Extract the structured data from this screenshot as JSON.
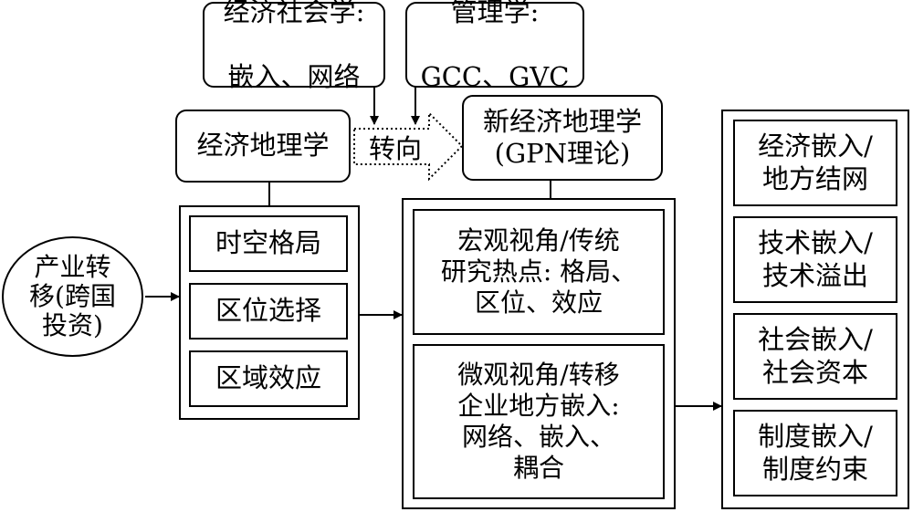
{
  "sources": {
    "econ_sociology": {
      "line1": "经济社会学:",
      "line2": "嵌入、网络"
    },
    "management": {
      "line1": "管理学:",
      "line2": "GCC、GVC"
    }
  },
  "economic_geography": "经济地理学",
  "turn_label": "转向",
  "new_economic_geography": {
    "line1": "新经济地理学",
    "line2": "(GPN理论)"
  },
  "industry_transfer": "产业转\n移(跨国\n投资)",
  "traditional_topics": [
    "时空格局",
    "区位选择",
    "区域效应"
  ],
  "perspectives": {
    "macro": "宏观视角/传统\n研究热点: 格局、\n区位、效应",
    "micro": "微观视角/转移\n企业地方嵌入:\n网络、嵌入、\n耦合"
  },
  "embeddedness": [
    "经济嵌入/\n地方结网",
    "技术嵌入/\n技术溢出",
    "社会嵌入/\n社会资本",
    "制度嵌入/\n制度约束"
  ]
}
